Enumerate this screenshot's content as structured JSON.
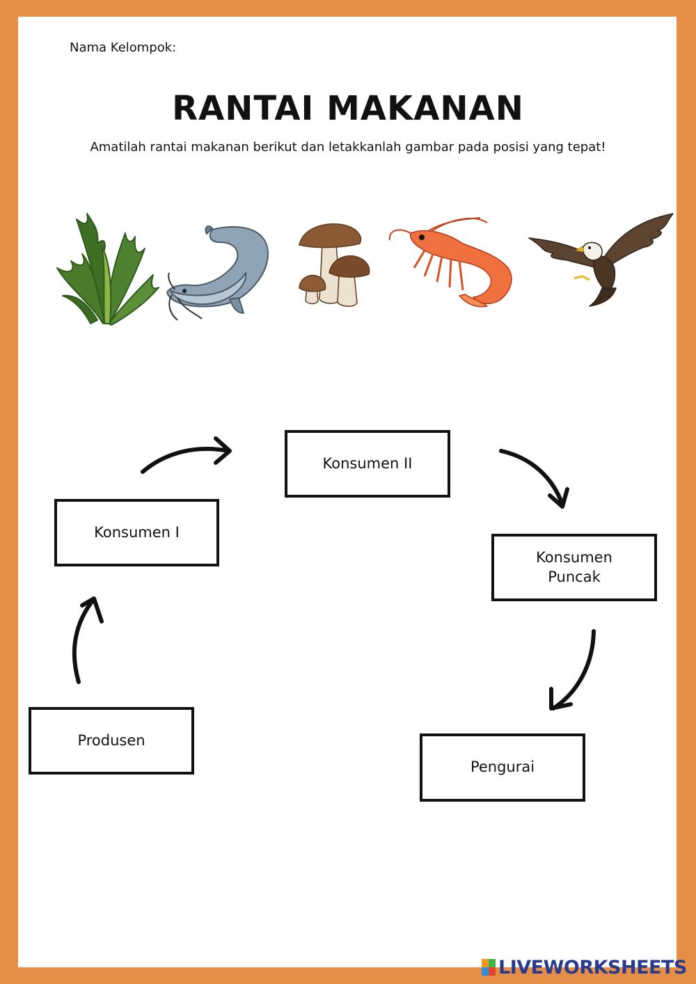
{
  "header": {
    "group_label": "Nama Kelompok:",
    "title": "RANTAI MAKANAN",
    "instruction": "Amatilah rantai makanan berikut dan letakkanlah gambar pada posisi yang tepat!"
  },
  "pictures": [
    {
      "icon": "seaweed-icon"
    },
    {
      "icon": "catfish-icon"
    },
    {
      "icon": "mushroom-icon"
    },
    {
      "icon": "shrimp-icon"
    },
    {
      "icon": "eagle-icon"
    }
  ],
  "chain": {
    "konsumen_1": "Konsumen I",
    "konsumen_2": "Konsumen II",
    "konsumen_puncak": "Konsumen\nPuncak",
    "produsen": "Produsen",
    "pengurai": "Pengurai"
  },
  "footer": {
    "brand": "LIVEWORKSHEETS",
    "brand_color": "#2A3B8F"
  },
  "colors": {
    "border": "#E58E48"
  }
}
